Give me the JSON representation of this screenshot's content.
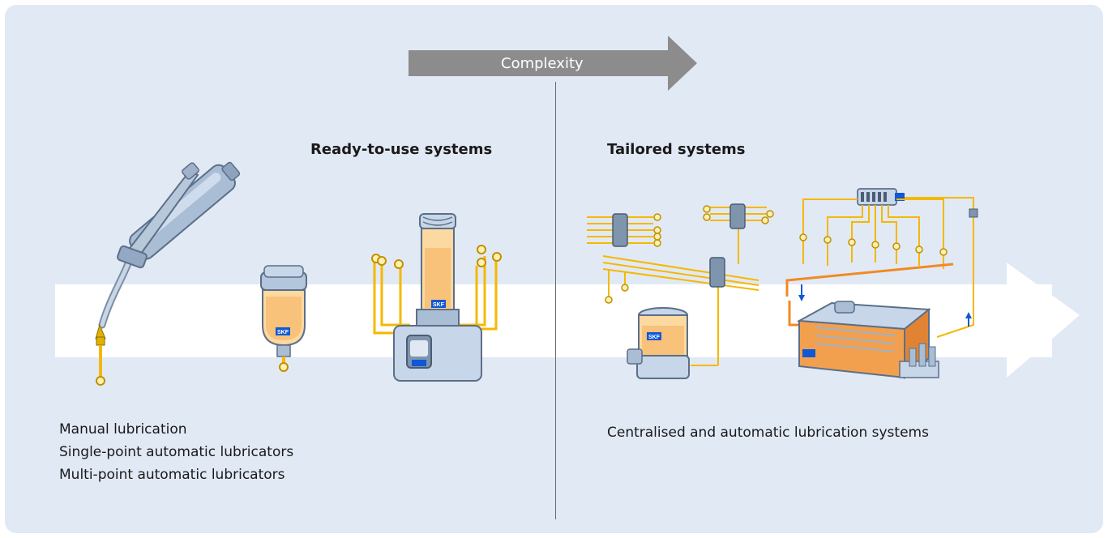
{
  "header_arrow": {
    "label": "Complexity"
  },
  "sections": {
    "ready_to_use": {
      "heading": "Ready-to-use systems"
    },
    "tailored": {
      "heading": "Tailored systems"
    }
  },
  "captions": {
    "left": [
      "Manual lubrication",
      "Single-point automatic lubricators",
      "Multi-point automatic lubricators"
    ],
    "right": "Centralised and automatic lubrication systems"
  },
  "brand_badge": "SKF",
  "colors": {
    "panel_bg": "#e1e9f5",
    "arrow_gray": "#8c8c8c",
    "pipe_orange": "#f5b800",
    "skf_blue": "#0f58d6",
    "oil_orange": "#f08a24"
  },
  "icons": [
    "grease-gun-icon",
    "single-point-lubricator-icon",
    "multi-point-lubricator-icon",
    "progressive-distributor-network-icon",
    "circulating-oil-system-icon"
  ]
}
